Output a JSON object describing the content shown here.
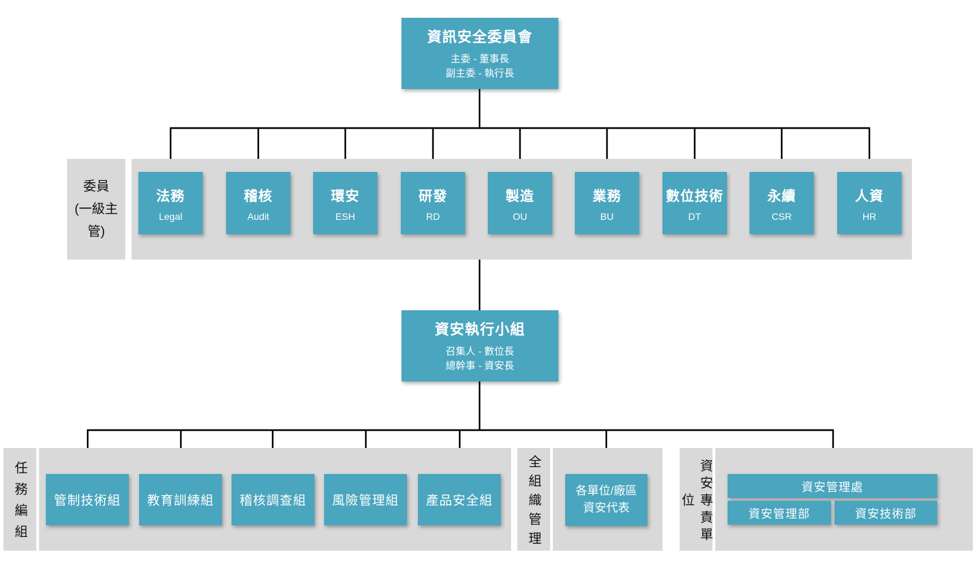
{
  "colors": {
    "node_fill": "#4aa5be",
    "band_fill": "#d9d9d9",
    "connector": "#000000",
    "node_text": "#ffffff",
    "label_text": "#111111"
  },
  "committee": {
    "title": "資訊安全委員會",
    "subtitle1": "主委 - 董事長",
    "subtitle2": "副主委 - 執行長"
  },
  "members_label": {
    "line1": "委員",
    "line2": "(一級主管)"
  },
  "members": [
    {
      "zh": "法務",
      "en": "Legal"
    },
    {
      "zh": "稽核",
      "en": "Audit"
    },
    {
      "zh": "環安",
      "en": "ESH"
    },
    {
      "zh": "研發",
      "en": "RD"
    },
    {
      "zh": "製造",
      "en": "OU"
    },
    {
      "zh": "業務",
      "en": "BU"
    },
    {
      "zh": "數位技術",
      "en": "DT"
    },
    {
      "zh": "永續",
      "en": "CSR"
    },
    {
      "zh": "人資",
      "en": "HR"
    }
  ],
  "exec_team": {
    "title": "資安執行小組",
    "subtitle1": "召集人 - 數位長",
    "subtitle2": "總幹事 - 資安長"
  },
  "task_group": {
    "label": "任務編組",
    "boxes": [
      "管制技術組",
      "教育訓練組",
      "稽核調查組",
      "風險管理組",
      "產品安全組"
    ]
  },
  "org_wide": {
    "label": "全組織管理",
    "box_line1": "各單位/廠區",
    "box_line2": "資安代表"
  },
  "dedicated": {
    "label": "資安專責單位",
    "division": "資安管理處",
    "departments": [
      "資安管理部",
      "資安技術部"
    ]
  }
}
